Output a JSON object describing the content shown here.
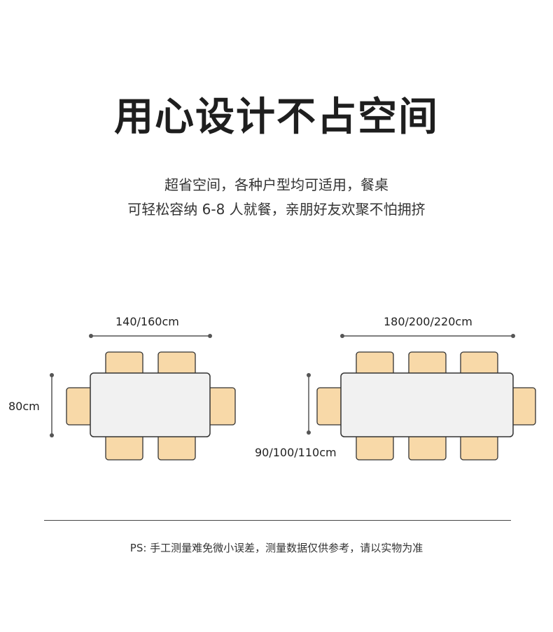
{
  "title": "用心设计不占空间",
  "subtitle": {
    "line1": "超省空间，各种户型均可适用，餐桌",
    "line2": "可轻松容纳 6-8 人就餐，亲朋好友欢聚不怕拥挤"
  },
  "left_table": {
    "length_label": "140/160cm",
    "width_label": "80cm"
  },
  "right_table": {
    "length_label": "180/200/220cm",
    "width_label": "90/100/110cm"
  },
  "colors": {
    "chair": "#f8d9a8",
    "table": "#f1f1f1",
    "outline": "#333333",
    "dimension": "#555555"
  },
  "footnote": "PS: 手工测量难免微小误差，测量数据仅供参考，请以实物为准"
}
